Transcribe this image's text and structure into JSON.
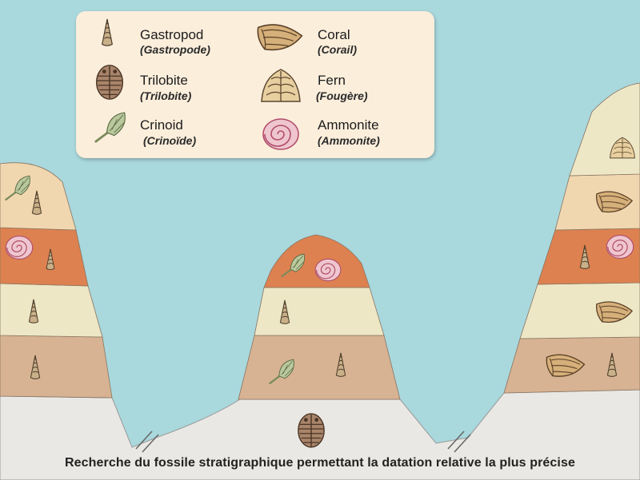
{
  "legend": {
    "items": [
      {
        "name": "Gastropod",
        "translation": "(Gastropode)",
        "icon": "gastropod-icon"
      },
      {
        "name": "Trilobite",
        "translation": "(Trilobite)",
        "icon": "trilobite-icon"
      },
      {
        "name": "Crinoid",
        "translation": "(Crinoïde)",
        "icon": "crinoid-icon"
      },
      {
        "name": "Coral",
        "translation": "(Corail)",
        "icon": "coral-icon"
      },
      {
        "name": "Fern",
        "translation": "(Fougère)",
        "icon": "fern-icon"
      },
      {
        "name": "Ammonite",
        "translation": "(Ammonite)",
        "icon": "ammonite-icon"
      }
    ]
  },
  "caption": "Recherche du fossile stratigraphique permettant la datation relative la plus précise",
  "colors": {
    "water": "#a9d8dd",
    "bedrock": "#e9e8e4",
    "layer_brown": "#d7b393",
    "layer_cream": "#ede7c6",
    "layer_orange": "#dd8150",
    "layer_tan": "#f0d7b0"
  }
}
